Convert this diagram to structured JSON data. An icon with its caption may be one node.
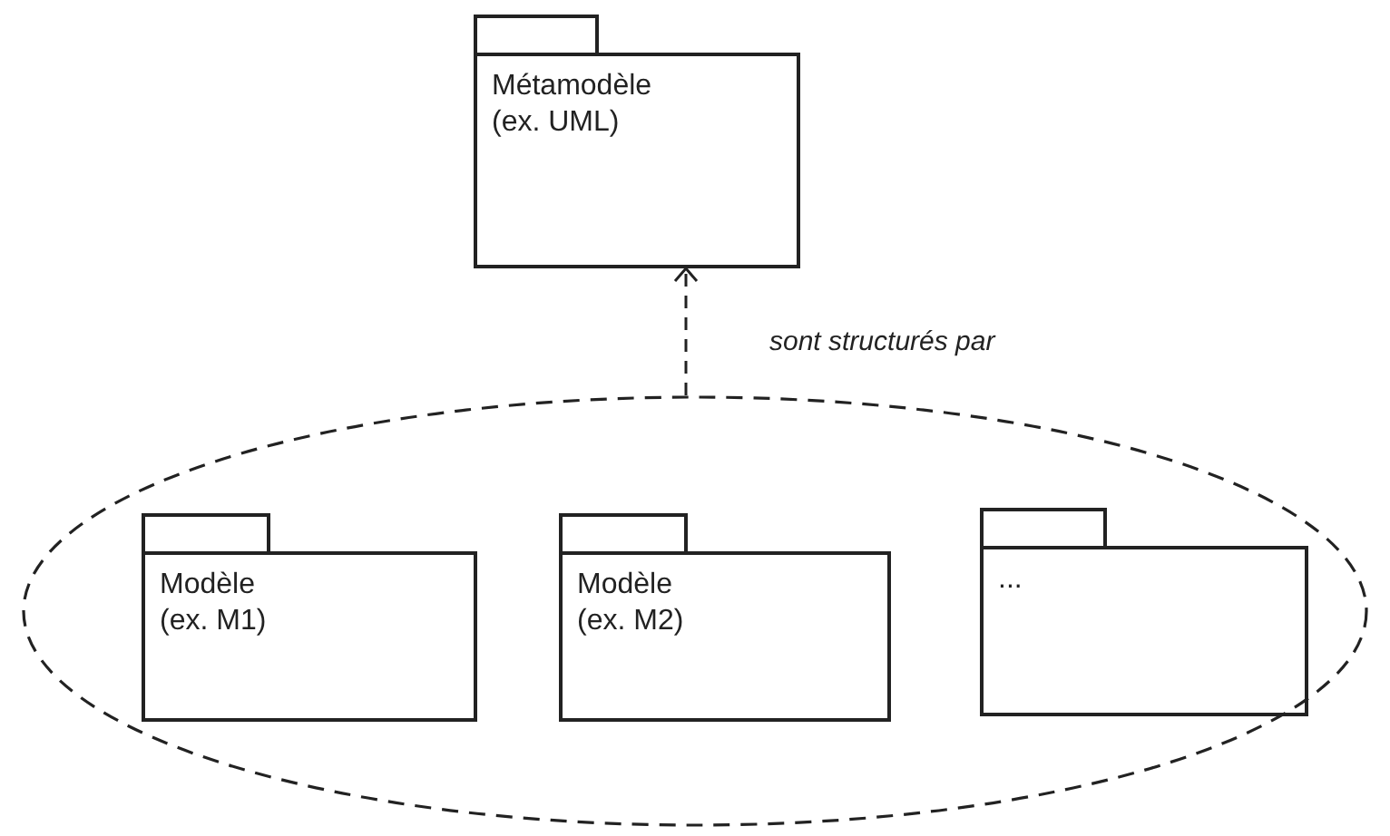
{
  "diagram": {
    "nodes": [
      {
        "text": [
          "Métamodèle (ex. UML)"
        ]
      },
      {
        "text": [],
        "shape": "ellipse"
      },
      {
        "text": [
          "Modèle (ex. M1)"
        ],
        "in": 1
      },
      {
        "text": [
          "Modèle (ex. M2)"
        ],
        "in": 1
      },
      {
        "text": [
          "..."
        ],
        "in": 1
      }
    ],
    "edges": [
      {
        "from": 1,
        "to": 0,
        "arrow": "to",
        "style": "dashed",
        "label": "sont structurés par"
      }
    ]
  }
}
